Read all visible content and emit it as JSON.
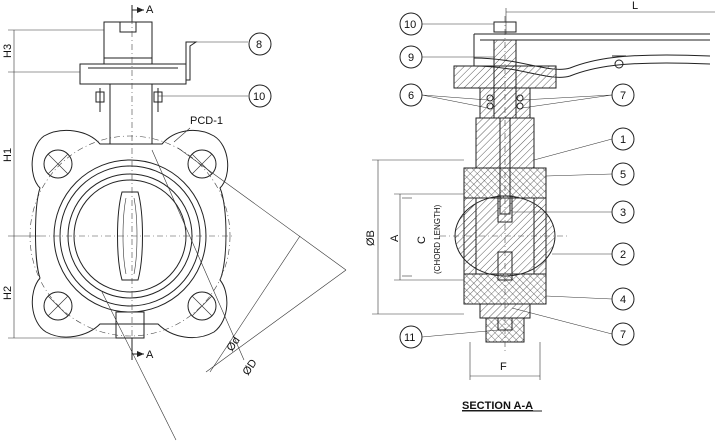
{
  "section_marker": {
    "letter": "A"
  },
  "dimensions": {
    "h1": "H1",
    "h2": "H2",
    "h3": "H3",
    "pcd": "PCD-1",
    "d_small": "Ød",
    "d_large": "ØD",
    "b_dia": "ØB",
    "a": "A",
    "c": "C",
    "chord": "(CHORD LENGTH)",
    "f": "F",
    "l": "L"
  },
  "section_title": "SECTION A-A",
  "callouts_left": [
    "8",
    "10"
  ],
  "callouts_right": [
    "10",
    "9",
    "6",
    "7",
    "1",
    "5",
    "3",
    "2",
    "4",
    "7",
    "11"
  ]
}
